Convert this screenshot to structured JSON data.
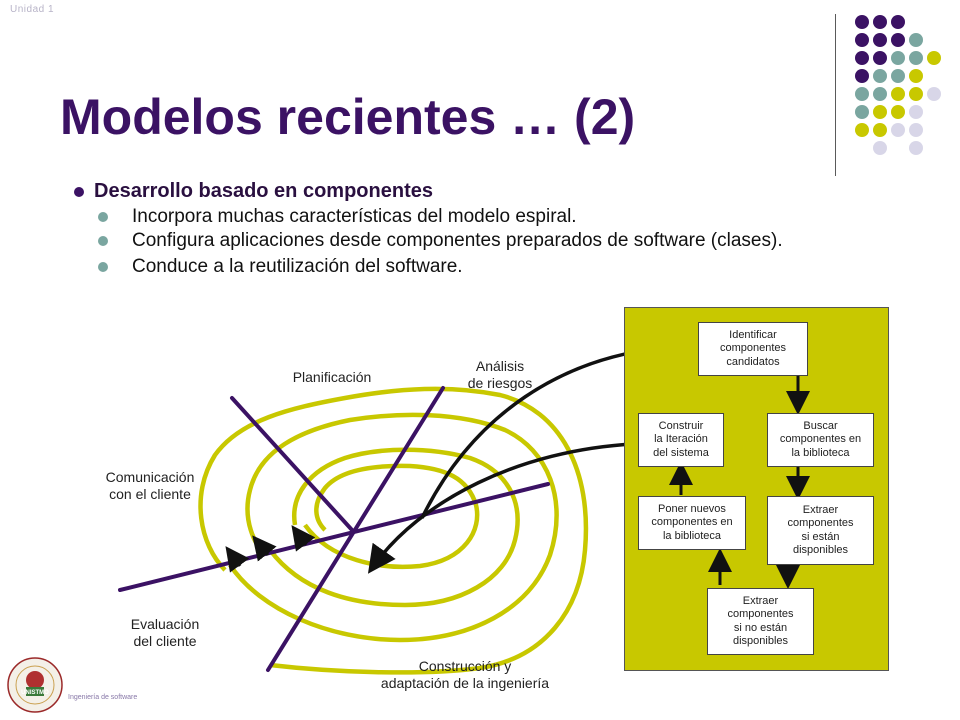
{
  "header": {
    "unit_label": "Unidad 1"
  },
  "title": "Modelos recientes … (2)",
  "bullets": {
    "main": "Desarrollo basado en componentes",
    "sub": [
      "Incorpora muchas características del modelo espiral.",
      "Configura aplicaciones desde componentes preparados de software (clases).",
      "Conduce a la reutilización del software."
    ]
  },
  "spiral_labels": {
    "planificacion": "Planificación",
    "analisis": "Análisis\nde riesgos",
    "comunicacion": "Comunicación\ncon el cliente",
    "evaluacion": "Evaluación\ndel cliente",
    "construccion": "Construcción y\nadaptación de la ingeniería"
  },
  "flow_boxes": {
    "identificar": "Identificar\ncomponentes\ncandidatos",
    "construir": "Construir\nla Iteración\ndel sistema",
    "buscar": "Buscar\ncomponentes en\nla biblioteca",
    "poner": "Poner nuevos\ncomponentes en\nla biblioteca",
    "extraer_si": "Extraer\ncomponentes\nsi están\ndisponibles",
    "extraer_no": "Extraer\ncomponentes\nsi no están\ndisponibles"
  },
  "footer": {
    "course": "Ingeniería de software",
    "logo_text": "UNISTMO"
  },
  "colors": {
    "purple": "#3b1264",
    "teal": "#7aa6a0",
    "olive": "#c8c800",
    "lavender": "#d8d6e8"
  }
}
